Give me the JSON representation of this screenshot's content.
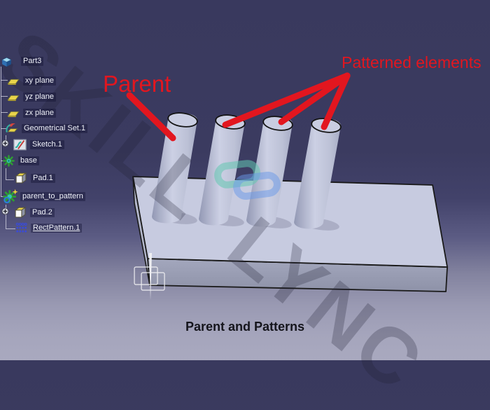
{
  "tree": {
    "items": [
      {
        "label": "Part3",
        "icon": "part-icon"
      },
      {
        "label": "xy plane",
        "icon": "plane-icon"
      },
      {
        "label": "yz plane",
        "icon": "plane-icon"
      },
      {
        "label": "zx plane",
        "icon": "plane-icon"
      },
      {
        "label": "Geometrical Set.1",
        "icon": "geometrical-set-icon"
      },
      {
        "label": "Sketch.1",
        "icon": "sketch-icon",
        "expandable": true
      },
      {
        "label": "base",
        "icon": "body-icon"
      },
      {
        "label": "Pad.1",
        "icon": "pad-icon"
      },
      {
        "label": "parent_to_pattern",
        "icon": "body-new-icon"
      },
      {
        "label": "Pad.2",
        "icon": "pad-icon",
        "expandable": true
      },
      {
        "label": "RectPattern.1",
        "icon": "rect-pattern-icon",
        "underlined": true
      }
    ],
    "selected_item": "RectPattern.1"
  },
  "annotations": {
    "parent_label": "Parent",
    "patterned_label": "Patterned elements",
    "arrow_color": "#e2161f",
    "parent_arrow_target": "cylinder-1",
    "patterned_arrow_targets": [
      "cylinder-2",
      "cylinder-3",
      "cylinder-4"
    ]
  },
  "caption": "Parent and Patterns",
  "watermark": {
    "text": "SKILL LYNC"
  },
  "scene": {
    "cylinder_count": 4,
    "colors": {
      "background_top": "#39395e",
      "background_bottom": "#a9a9bf",
      "slab_top": "#c7cbe0",
      "slab_front": "#989cb3",
      "slab_left": "#b2b6ca",
      "cylinder_light": "#ccd0e4",
      "cylinder_dark": "#9298b4",
      "outline": "#1a1a1a",
      "watermark_teal": "#62c6b0",
      "watermark_blue": "#6898e8"
    }
  }
}
